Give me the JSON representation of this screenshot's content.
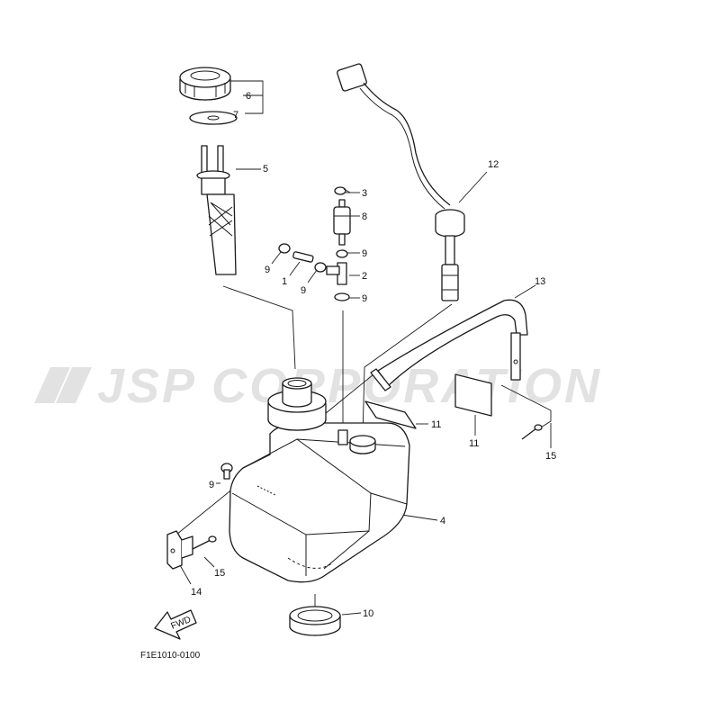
{
  "watermark": "JSP CORPORATION",
  "drawing_code": "F1E1010-0100",
  "fwd_label": "FWD",
  "callouts": {
    "c1": "1",
    "c2": "2",
    "c3": "3",
    "c4": "4",
    "c5": "5",
    "c6": "6",
    "c7": "7",
    "c8": "8",
    "c9a": "9",
    "c9b": "9",
    "c9c": "9",
    "c9d": "9",
    "c9e": "9",
    "c10": "10",
    "c11a": "11",
    "c11b": "11",
    "c12": "12",
    "c13": "13",
    "c14": "14",
    "c15a": "15",
    "c15b": "15"
  }
}
